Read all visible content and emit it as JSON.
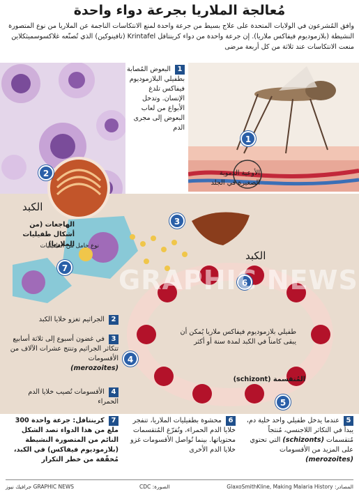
{
  "title": "مُعالجة الملاريا بجرعة دواء واحدة",
  "intro": "وافق المُشرعون في الولايات المتحدة على علاج بسيط من جرعة واحدة لمنع الانتكاسات الناجمة عن الملاريا من نوع المتصورة النشيطة (بلازموديوم فيفاكس ملاريا). إن جرعة واحدة من دواء كرينتافل Krintafel (تافينوكين) الذي تُصنّعه غلاكسوسميثكلاين منعت الانتكاسات عند ثلاثة من كل أربعة مرضى",
  "step1": {
    "num": "1",
    "text": "البعوض المُصابة بطفيلي البلازموديوم فيفاكس تلدغ الإنسان. وتدخل الأبواغ من لعاب البعوض إلى مجرى الدم"
  },
  "vessels_label": "الأوعية الدموية الصغيرة في الجلد",
  "liver_label_left": "الكبد",
  "liver_label_right": "الكبد",
  "hypnozoites_label": "الهاجعات (من أشكال طفيليات الملاريا)",
  "dormant_label": "نوع خامل من الطفيليات",
  "dormant_note": "طفيلي بلازموديوم فيفاكس ملاريا يُمكن أن يبقى كامناً في الكبد لمدة سنة أو أكثر",
  "schizont_label": "المُتقسمة (schizont)",
  "watermark": "GRAPHIC NEWS",
  "bubbles": [
    "1",
    "2",
    "3",
    "4",
    "5",
    "6",
    "7"
  ],
  "steps": {
    "s2": {
      "num": "2",
      "text": "الجراثيم تغزو خلايا الكبد"
    },
    "s3": {
      "num": "3",
      "text": "في غضون أسبوع إلى ثلاثة أسابيع تتكاثر الجراثيم وتنتج عشرات الآلاف من الأقسومات",
      "term": "(merozoites)"
    },
    "s4": {
      "num": "4",
      "text": "الأقسومات تُصيب خلايا الدم الحمراء"
    },
    "s5": {
      "num": "5",
      "text": "عندما يدخل طفيلي واحد خلية دم، يبدأ في التكاثر اللاجنسي، مُنتجاً مُتقسمات",
      "term": "(schizonts)",
      "text2": "التي تحتوي على المزيد من الأقسومات",
      "term2": "(merozoites)"
    },
    "s6": {
      "num": "6",
      "text": "محشوة بطفيليات الملاريا، تنفجر خلايا الدم الحمراء، وتُفرّغ المُتقسمات محتوياتها. بينما تُواصل الأقسومات غزو خلايا الدم الأخرى"
    },
    "s7": {
      "num": "7",
      "text": "كرينتافل: جرعة واحدة 300 ملغ من هذا الدواء تصد الشكل النائم من المتصورة النشيطة (بلازموديوم فيفاكس) في الكبد، مُخفّفة من خطر التكرار"
    }
  },
  "footer": {
    "brand": "جرافيك نيوز GRAPHIC NEWS",
    "image_credit": "الصورة: CDC",
    "sources": "المصادر: GlaxoSmithKline, Making Malaria History"
  },
  "colors": {
    "accent": "#1f4f8b",
    "background_panel": "#e9dccf",
    "blood_cell": "#b3122a",
    "liver": "#8a3d1c",
    "cell_purple": "#a06bb8"
  }
}
